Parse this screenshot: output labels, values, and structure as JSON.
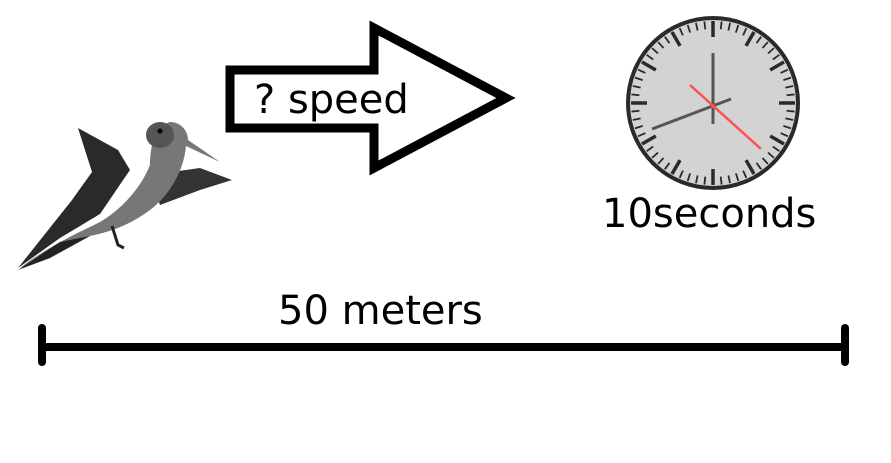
{
  "arrow": {
    "label": "? speed"
  },
  "clock": {
    "label": "10seconds"
  },
  "distance": {
    "label": "50 meters"
  },
  "colors": {
    "clock_face": "#d3d3d3",
    "second_hand": "#ff5050",
    "hands": "#555555"
  }
}
